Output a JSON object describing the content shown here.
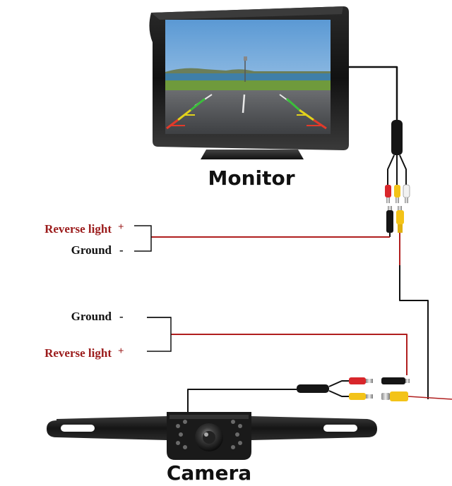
{
  "labels": {
    "monitor": "Monitor",
    "camera": "Camera",
    "top_reverse_light": "Reverse light",
    "top_reverse_light_sign": "+",
    "top_ground": "Ground",
    "top_ground_sign": "-",
    "bottom_ground": "Ground",
    "bottom_ground_sign": "-",
    "bottom_reverse_light": "Reverse light",
    "bottom_reverse_light_sign": "+"
  },
  "colors": {
    "wire_black": "#111111",
    "wire_red": "#b01e1e",
    "label_red": "#9b1b1b",
    "label_black": "#111111",
    "rca_red": "#d8262b",
    "rca_yellow": "#f3c318",
    "rca_white": "#f2f2f2",
    "sky": "#7fb3df",
    "sea": "#3f7fa8",
    "grass": "#6f9a3c",
    "road": "#5d5f62",
    "guide_green": "#3bbf3b",
    "guide_yellow": "#e2d21b",
    "guide_red": "#e23a2a"
  }
}
